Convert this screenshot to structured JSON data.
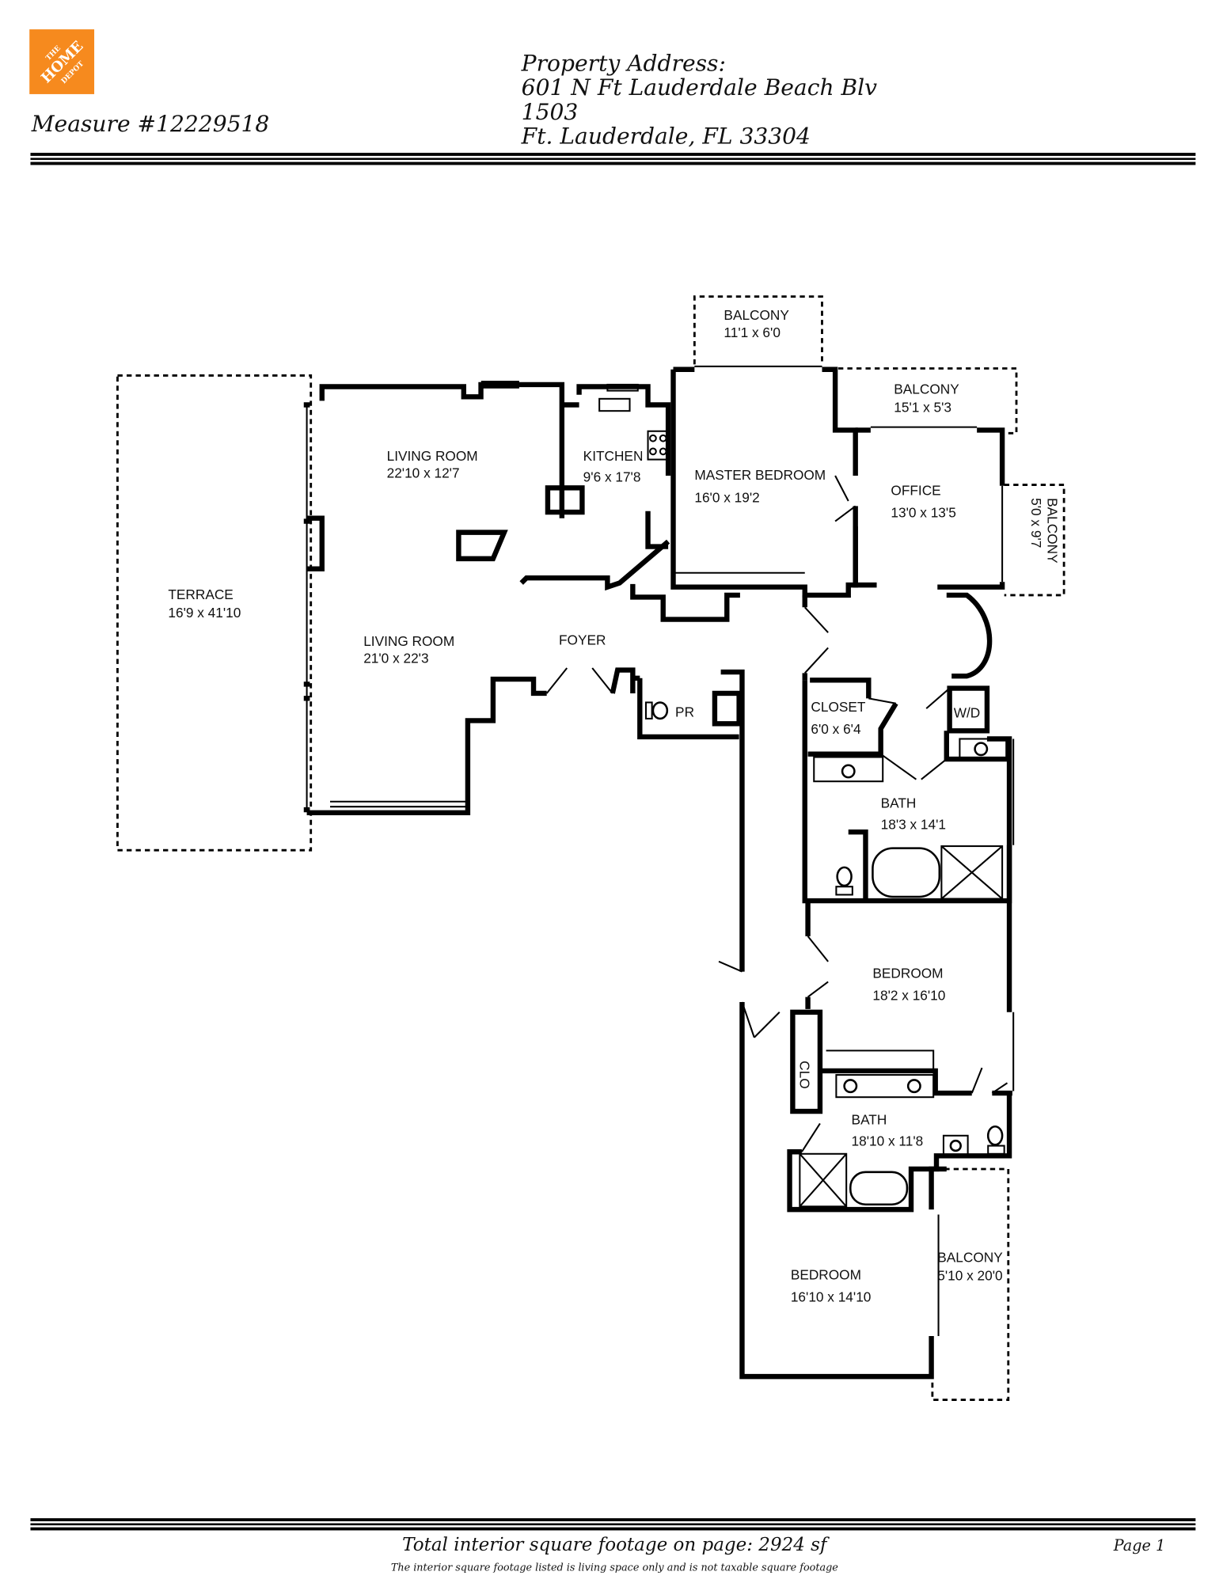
{
  "header": {
    "logo_text": "THE HOME DEPOT",
    "measure": "Measure #12229518",
    "address_label": "Property Address:",
    "address_line1": "601 N Ft Lauderdale Beach Blv",
    "address_line2": "1503",
    "address_line3": "Ft. Lauderdale, FL 33304"
  },
  "colors": {
    "brand": "#F68A1E"
  },
  "rooms": {
    "balcony_top": {
      "name": "BALCONY",
      "dims": "11'1 x 6'0"
    },
    "balcony_right": {
      "name": "BALCONY",
      "dims": "15'1 x 5'3"
    },
    "balcony_side": {
      "name": "BALCONY",
      "dims": "5'0 x 9'7"
    },
    "balcony_bottom": {
      "name": "BALCONY",
      "dims": "5'10 x 20'0"
    },
    "living_room_1": {
      "name": "LIVING ROOM",
      "dims": "22'10 x 12'7"
    },
    "living_room_2": {
      "name": "LIVING ROOM",
      "dims": "21'0 x 22'3"
    },
    "kitchen": {
      "name": "KITCHEN",
      "dims": "9'6 x 17'8"
    },
    "master_bedroom": {
      "name": "MASTER BEDROOM",
      "dims": "16'0 x 19'2"
    },
    "office": {
      "name": "OFFICE",
      "dims": "13'0 x 13'5"
    },
    "terrace": {
      "name": "TERRACE",
      "dims": "16'9 x 41'10"
    },
    "foyer": {
      "name": "FOYER"
    },
    "powder_room": {
      "name": "PR"
    },
    "closet": {
      "name": "CLOSET",
      "dims": "6'0 x 6'4"
    },
    "wd": {
      "name": "W/D"
    },
    "bath_1": {
      "name": "BATH",
      "dims": "18'3 x 14'1"
    },
    "bedroom_1": {
      "name": "BEDROOM",
      "dims": "18'2 x 16'10"
    },
    "clo": {
      "name": "CLO"
    },
    "bath_2": {
      "name": "BATH",
      "dims": "18'10 x 11'8"
    },
    "bedroom_2": {
      "name": "BEDROOM",
      "dims": "16'10 x 14'10"
    }
  },
  "footer": {
    "total": "Total interior square footage on page: 2924 sf",
    "page": "Page 1",
    "disclaimer": "The interior square footage listed is living space only and is not taxable square footage"
  }
}
